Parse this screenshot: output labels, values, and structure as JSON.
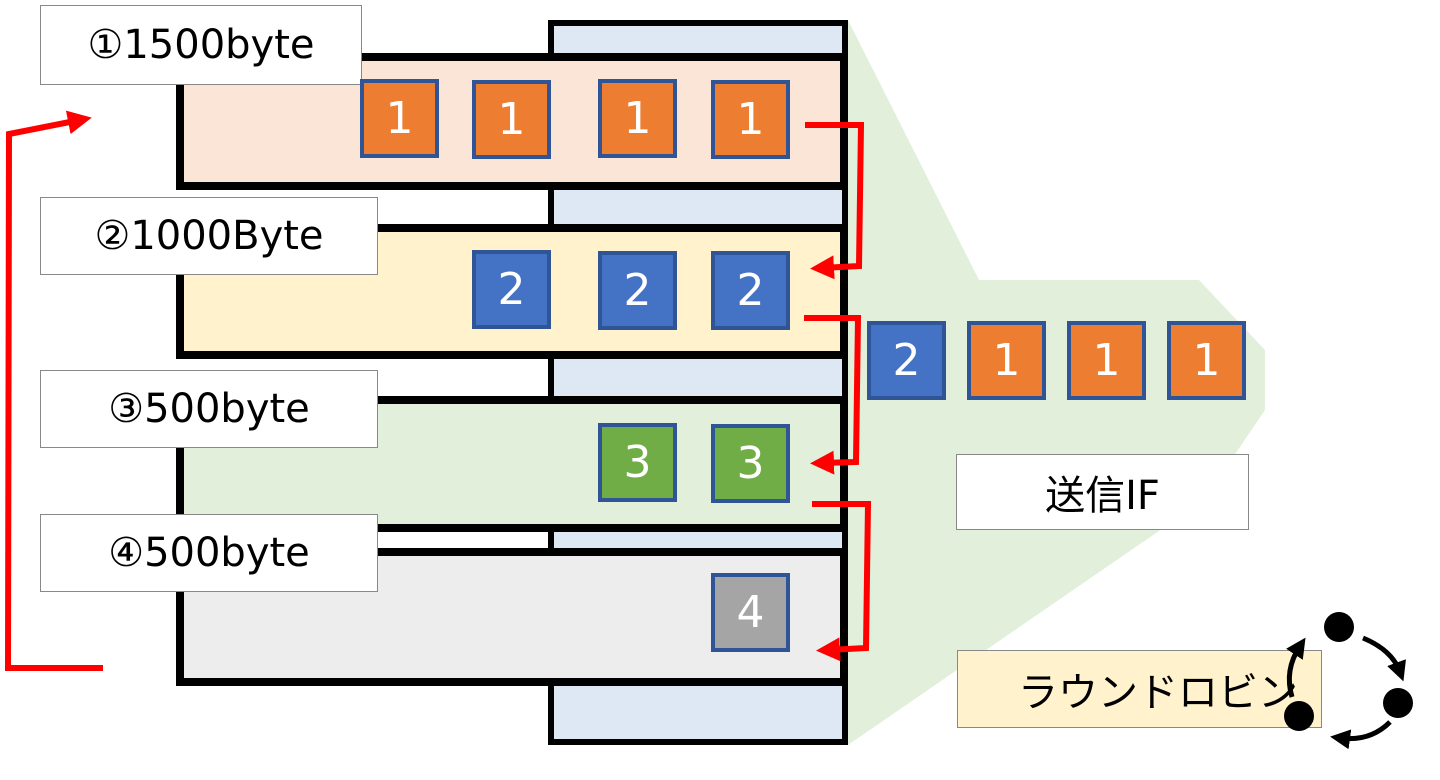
{
  "queues": [
    {
      "label": "①1500byte",
      "packet": "1",
      "count": 4,
      "fill": "#fbe5d6",
      "packet_color": "#ed7d31"
    },
    {
      "label": "②1000Byte",
      "packet": "2",
      "count": 3,
      "fill": "#fff2cc",
      "packet_color": "#4472c4"
    },
    {
      "label": "③500byte",
      "packet": "3",
      "count": 2,
      "fill": "#e2efda",
      "packet_color": "#70ad47"
    },
    {
      "label": "④500byte",
      "packet": "4",
      "count": 1,
      "fill": "#ededed",
      "packet_color": "#a5a5a5"
    }
  ],
  "output": {
    "label": "送信IF",
    "packets": [
      "2",
      "1",
      "1",
      "1"
    ]
  },
  "scheduler": {
    "label": "ラウンドロビン"
  },
  "colors": {
    "arrow": "#ff0000",
    "output_area": "#e2efda",
    "column": "#dde8f4"
  }
}
